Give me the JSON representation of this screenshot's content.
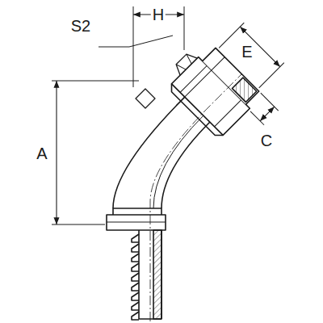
{
  "diagram": {
    "labels": [
      "S2",
      "H",
      "E",
      "C",
      "A"
    ]
  }
}
